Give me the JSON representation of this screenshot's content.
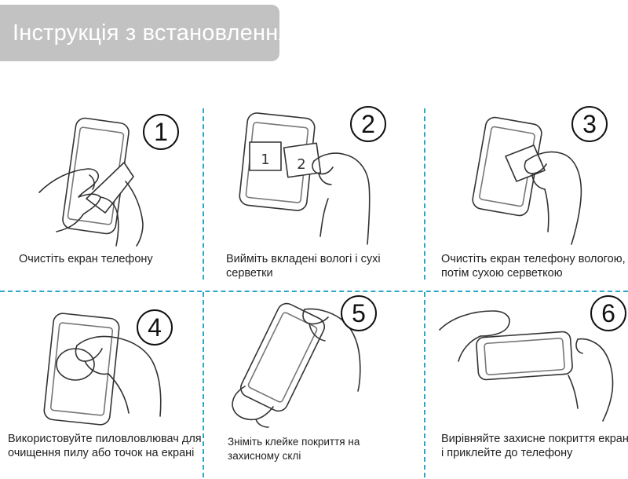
{
  "header": {
    "title": "Інструкція з встановлення"
  },
  "colors": {
    "title_bg": "#c2c2c2",
    "divider": "#2fa6c8"
  },
  "steps": [
    {
      "number": "1",
      "caption_lines": [
        "Очистіть екран телефону"
      ],
      "icon": "phone-wipe-cloth-icon"
    },
    {
      "number": "2",
      "caption_lines": [
        "Вийміть вкладені вологі і сухі",
        "серветки"
      ],
      "icon": "wipe-packets-icon",
      "packet_labels": [
        "1",
        "2"
      ]
    },
    {
      "number": "3",
      "caption_lines": [
        "Очистіть екран телефону вологою,",
        "потім сухою серветкою"
      ],
      "icon": "phone-wet-wipe-icon"
    },
    {
      "number": "4",
      "caption_lines": [
        "Використовуйте пиловловлювач для",
        "очищення пилу або точок на екрані"
      ],
      "icon": "dust-sticker-icon"
    },
    {
      "number": "5",
      "caption_lines": [
        "Зніміть клейке покриття на",
        "захисному склі"
      ],
      "icon": "peel-film-icon"
    },
    {
      "number": "6",
      "caption_lines": [
        "Вирівняйте захисне покриття екрану",
        "і приклейте до телефону"
      ],
      "icon": "apply-glass-icon"
    }
  ]
}
